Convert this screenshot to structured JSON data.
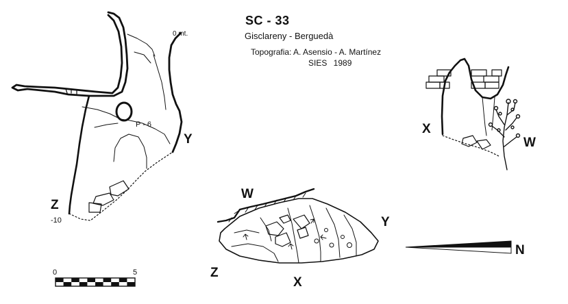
{
  "header": {
    "code": "SC - 33",
    "location": "Gisclareny - Berguedà",
    "survey": "Topografia: A. Asensio - A. Martínez",
    "club_year": "SIES   1989"
  },
  "section": {
    "depth_zero": "0 mt.",
    "station": "P - 6",
    "depth_bottom": "-10",
    "label_y": "Y",
    "label_z": "Z"
  },
  "cross_section": {
    "label_x": "X",
    "label_w": "W"
  },
  "plan": {
    "label_w": "W",
    "label_y": "Y",
    "label_z": "Z",
    "label_x": "X"
  },
  "north": {
    "label": "N"
  },
  "scale": {
    "start": "0",
    "end": "5"
  },
  "colors": {
    "ink": "#111111",
    "paper": "#ffffff"
  }
}
